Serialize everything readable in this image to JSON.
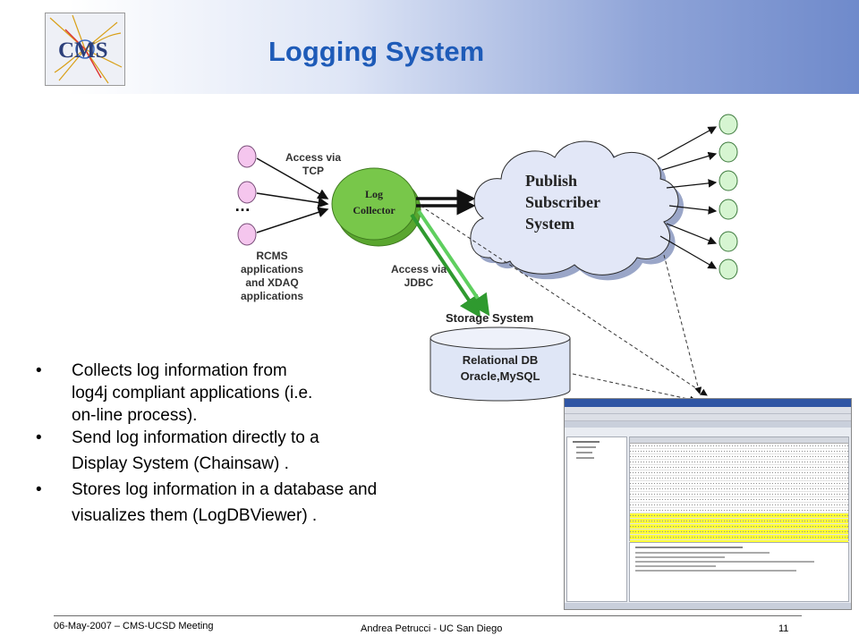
{
  "header": {
    "title": "Logging System",
    "logo_text": "CMS"
  },
  "diagram": {
    "access_tcp": [
      "Access via",
      "TCP"
    ],
    "ellipsis": "…",
    "rcms_label": [
      "RCMS",
      "applications",
      "and XDAQ",
      "applications"
    ],
    "collector": [
      "Log",
      "Collector"
    ],
    "cloud": [
      "Publish",
      "Subscriber",
      "System"
    ],
    "access_jdbc": [
      "Access via",
      "JDBC"
    ],
    "storage_title": "Storage System",
    "db": [
      "Relational DB",
      "Oracle,MySQL"
    ]
  },
  "bullets": [
    {
      "lines": [
        "Collects log information from",
        "log4j compliant applications (i.e.",
        "on-line process)."
      ]
    },
    {
      "lines": [
        "Send log information directly to a",
        "Display System (Chainsaw) ."
      ]
    },
    {
      "lines": [
        "Stores log information in a database and",
        "visualizes them (LogDBViewer) ."
      ]
    }
  ],
  "footer": {
    "left": "06-May-2007 – CMS-UCSD Meeting",
    "center": "Andrea Petrucci - UC San Diego",
    "page": "11"
  },
  "colors": {
    "title": "#1e5bb8",
    "pink_node": "#f5c6ee",
    "green_node": "#d6f5d1",
    "collector": "#6bbf3e",
    "cloud": "#e2e7f7",
    "db": "#dfe6f6",
    "jdbc_line": "#3aa83a"
  }
}
